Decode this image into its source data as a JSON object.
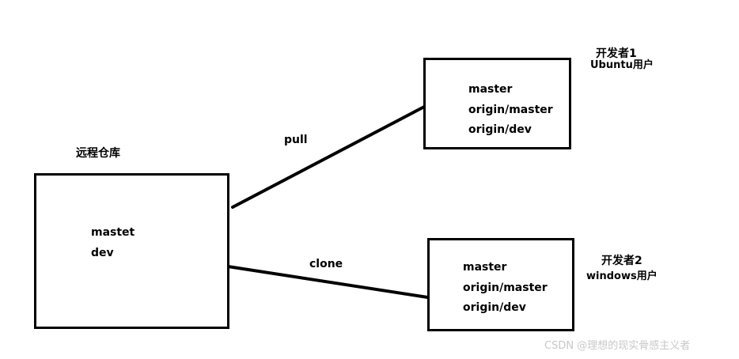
{
  "remote": {
    "caption": "远程仓库",
    "lines": [
      "mastet",
      "dev"
    ]
  },
  "dev1": {
    "caption_line1": "开发者1",
    "caption_line2": "Ubuntu用户",
    "lines": [
      "master",
      "origin/master",
      "origin/dev"
    ]
  },
  "dev2": {
    "caption_line1": "开发者2",
    "caption_line2": "windows用户",
    "lines": [
      "master",
      "origin/master",
      "origin/dev"
    ]
  },
  "edges": {
    "pull_label": "pull",
    "clone_label": "clone"
  },
  "watermark": "CSDN @理想的现实骨感主义者"
}
